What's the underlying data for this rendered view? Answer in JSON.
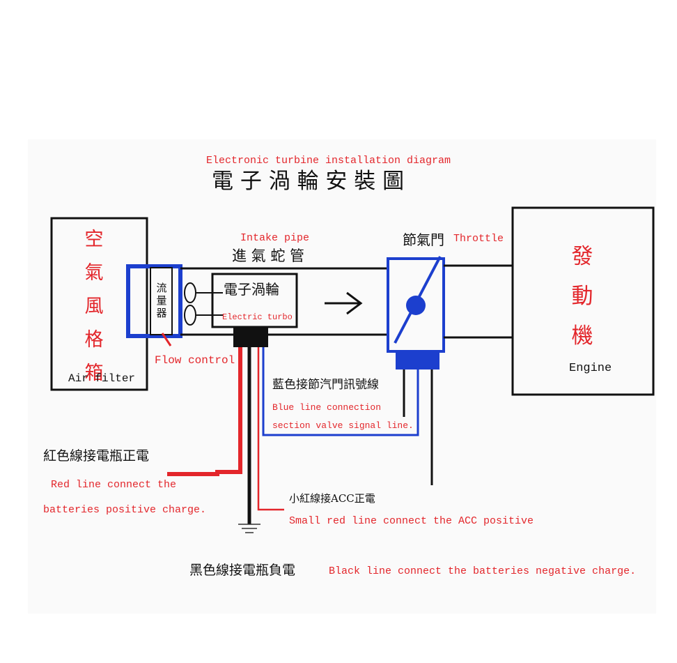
{
  "colors": {
    "red": "#e3262b",
    "blue": "#1c3fce",
    "black": "#111111"
  },
  "title": {
    "english": "Electronic turbine installation diagram",
    "chinese": "電 子 渦 輪 安 裝 圖"
  },
  "air_filter": {
    "chinese_chars": [
      "空",
      "氣",
      "風",
      "格",
      "箱"
    ],
    "english": "Air filter"
  },
  "flow_meter": {
    "chinese_chars": [
      "流",
      "量",
      "器"
    ],
    "english": "Flow control"
  },
  "intake_pipe": {
    "english": "Intake pipe",
    "chinese": "進 氣 蛇 管"
  },
  "turbo": {
    "chinese": "電子渦輪",
    "english": "Electric turbo"
  },
  "flow_arrow": "→",
  "throttle": {
    "chinese": "節氣門",
    "english": "Throttle"
  },
  "engine": {
    "chinese_chars": [
      "發",
      "動",
      "機"
    ],
    "english": "Engine"
  },
  "blue_line": {
    "chinese": "藍色接節汽門訊號線",
    "english_line1": "Blue line connection",
    "english_line2": "section valve signal line."
  },
  "red_line": {
    "chinese": "紅色線接電瓶正電",
    "english_line1": "Red line connect the",
    "english_line2": "batteries positive charge."
  },
  "small_red_line": {
    "chinese": "小紅線接ACC正電",
    "english": "Small red line connect the ACC positive"
  },
  "black_line": {
    "chinese": "黑色線接電瓶負電",
    "english": "Black line connect the batteries negative charge."
  }
}
